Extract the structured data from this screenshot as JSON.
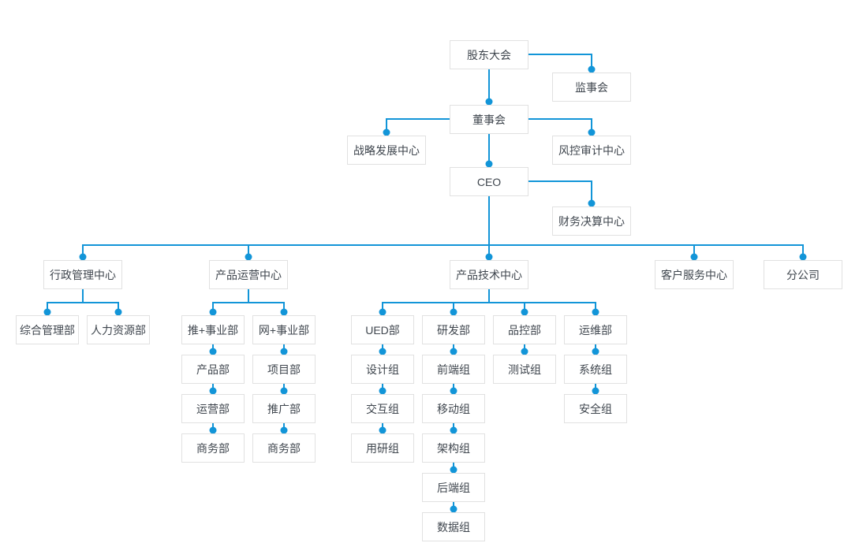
{
  "colors": {
    "connector_line": "#1295d8",
    "connector_dot": "#1295d8",
    "box_border": "#e1e1e1",
    "box_background": "#ffffff",
    "label_text": "#3f464e",
    "page_background": "#ffffff"
  },
  "nodes": {
    "shareholders_meeting": "股东大会",
    "supervisory_board": "监事会",
    "board_of_directors": "董事会",
    "strategic_development_center": "战略发展中心",
    "risk_control_audit_center": "风控审计中心",
    "ceo": "CEO",
    "financial_settlement_center": "财务决算中心",
    "admin_management_center": "行政管理中心",
    "product_operations_center": "产品运营中心",
    "product_technology_center": "产品技术中心",
    "customer_service_center": "客户服务中心",
    "branch_company": "分公司",
    "general_management_dept": "综合管理部",
    "human_resources_dept": "人力资源部",
    "tui_business_dept": "推+事业部",
    "wang_business_dept": "网+事业部",
    "product_dept": "产品部",
    "operations_dept": "运营部",
    "business_dept_tui": "商务部",
    "project_dept": "项目部",
    "promotion_dept": "推广部",
    "business_dept_wang": "商务部",
    "ued_dept": "UED部",
    "design_group": "设计组",
    "interaction_group": "交互组",
    "user_research_group": "用研组",
    "rd_dept": "研发部",
    "frontend_group": "前端组",
    "mobile_group": "移动组",
    "architecture_group": "架构组",
    "backend_group": "后端组",
    "data_group": "数据组",
    "qc_dept": "品控部",
    "testing_group": "测试组",
    "ops_dept": "运维部",
    "system_group": "系统组",
    "security_group": "安全组"
  },
  "hierarchy": {
    "shareholders_meeting": [
      "supervisory_board",
      "board_of_directors"
    ],
    "board_of_directors": [
      "strategic_development_center",
      "risk_control_audit_center",
      "ceo"
    ],
    "ceo": [
      "financial_settlement_center",
      "admin_management_center",
      "product_operations_center",
      "product_technology_center",
      "customer_service_center",
      "branch_company"
    ],
    "admin_management_center": [
      "general_management_dept",
      "human_resources_dept"
    ],
    "product_operations_center": [
      "tui_business_dept",
      "wang_business_dept"
    ],
    "tui_business_dept": [
      "product_dept",
      "operations_dept",
      "business_dept_tui"
    ],
    "wang_business_dept": [
      "project_dept",
      "promotion_dept",
      "business_dept_wang"
    ],
    "product_technology_center": [
      "ued_dept",
      "rd_dept",
      "qc_dept",
      "ops_dept"
    ],
    "ued_dept": [
      "design_group",
      "interaction_group",
      "user_research_group"
    ],
    "rd_dept": [
      "frontend_group",
      "mobile_group",
      "architecture_group",
      "backend_group",
      "data_group"
    ],
    "qc_dept": [
      "testing_group"
    ],
    "ops_dept": [
      "system_group",
      "security_group"
    ]
  }
}
